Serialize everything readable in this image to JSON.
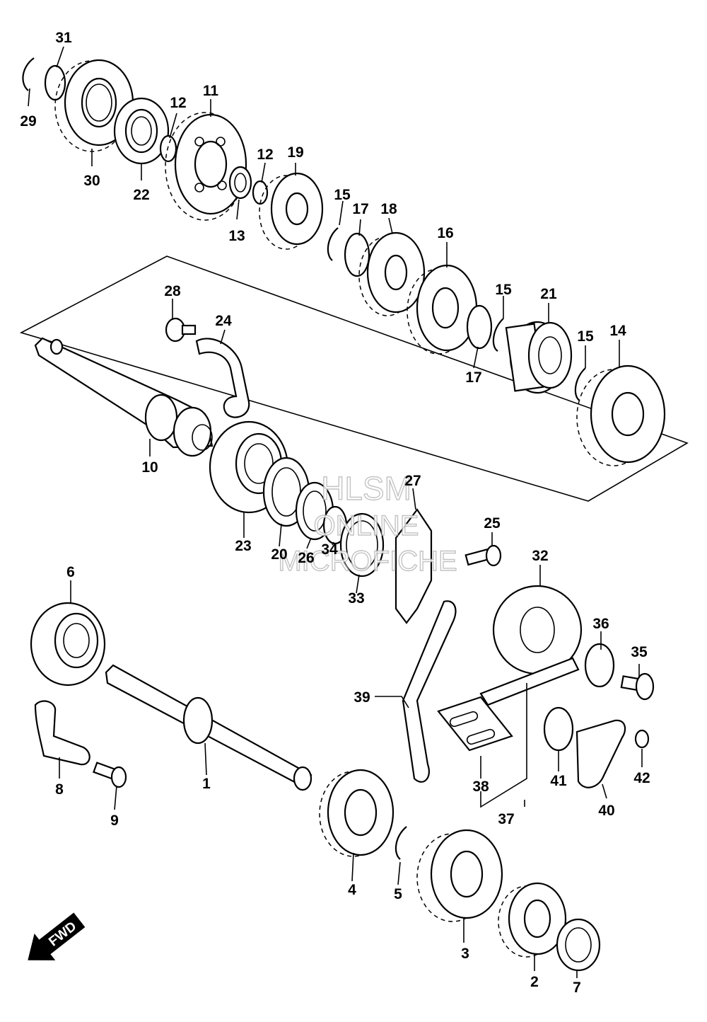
{
  "diagram": {
    "type": "exploded-parts-diagram",
    "direction_label": "FWD",
    "watermark": [
      "HLSM",
      "ONLINE",
      "MICROFICHE"
    ],
    "callouts": [
      "1",
      "2",
      "3",
      "4",
      "5",
      "6",
      "7",
      "8",
      "9",
      "10",
      "11",
      "12",
      "12",
      "13",
      "14",
      "15",
      "15",
      "15",
      "16",
      "17",
      "17",
      "18",
      "19",
      "20",
      "21",
      "22",
      "23",
      "24",
      "25",
      "26",
      "27",
      "28",
      "29",
      "30",
      "31",
      "32",
      "33",
      "34",
      "35",
      "36",
      "37",
      "38",
      "39",
      "40",
      "41",
      "42"
    ],
    "colors": {
      "line": "#000000",
      "background": "#ffffff",
      "watermark": "#b9b9b9"
    }
  }
}
